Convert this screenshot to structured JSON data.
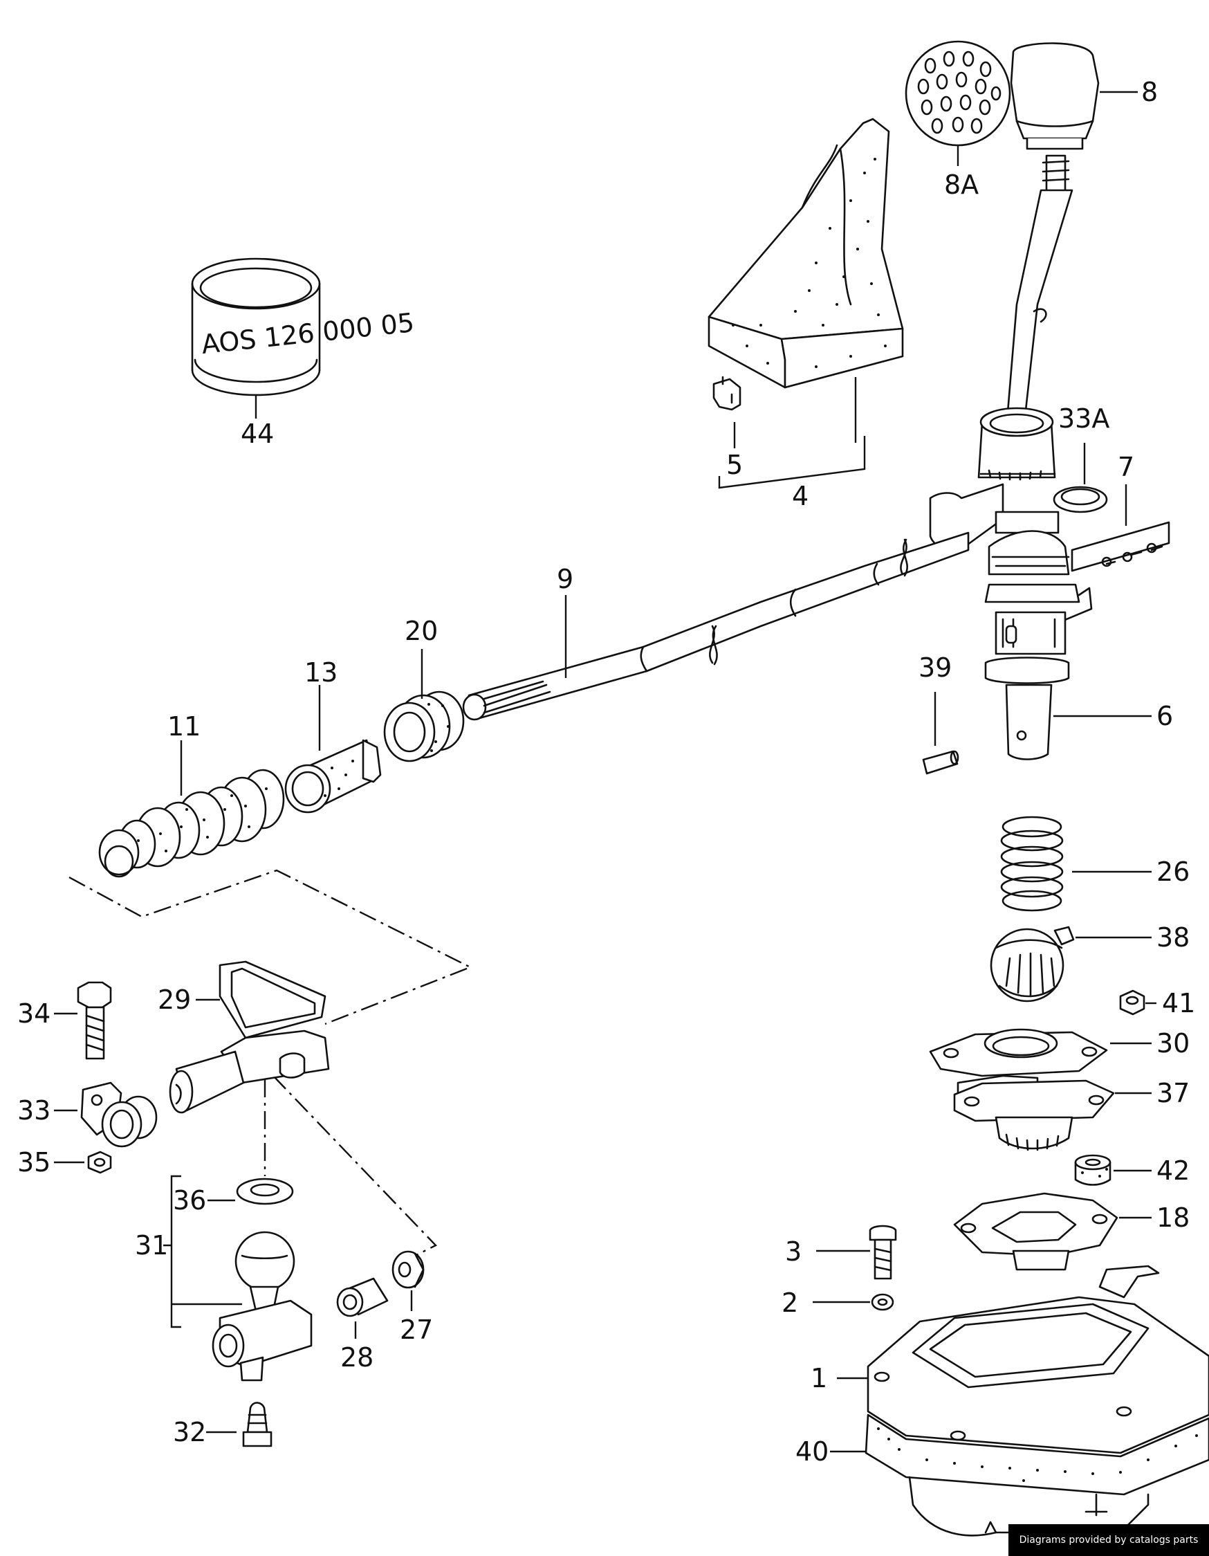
{
  "labels": {
    "p1": "1",
    "p2": "2",
    "p3": "3",
    "p4": "4",
    "p5": "5",
    "p6": "6",
    "p7": "7",
    "p8": "8",
    "p8a": "8A",
    "p9": "9",
    "p11": "11",
    "p13": "13",
    "p18": "18",
    "p20": "20",
    "p26": "26",
    "p27": "27",
    "p28": "28",
    "p29": "29",
    "p30": "30",
    "p31": "31",
    "p32": "32",
    "p33": "33",
    "p33a": "33A",
    "p34": "34",
    "p35": "35",
    "p36": "36",
    "p37": "37",
    "p38": "38",
    "p39": "39",
    "p40": "40",
    "p41": "41",
    "p42": "42",
    "p44": "44"
  },
  "ring_marking": "AOS 126 000 05",
  "credit": "Diagrams provided by catalogs parts"
}
